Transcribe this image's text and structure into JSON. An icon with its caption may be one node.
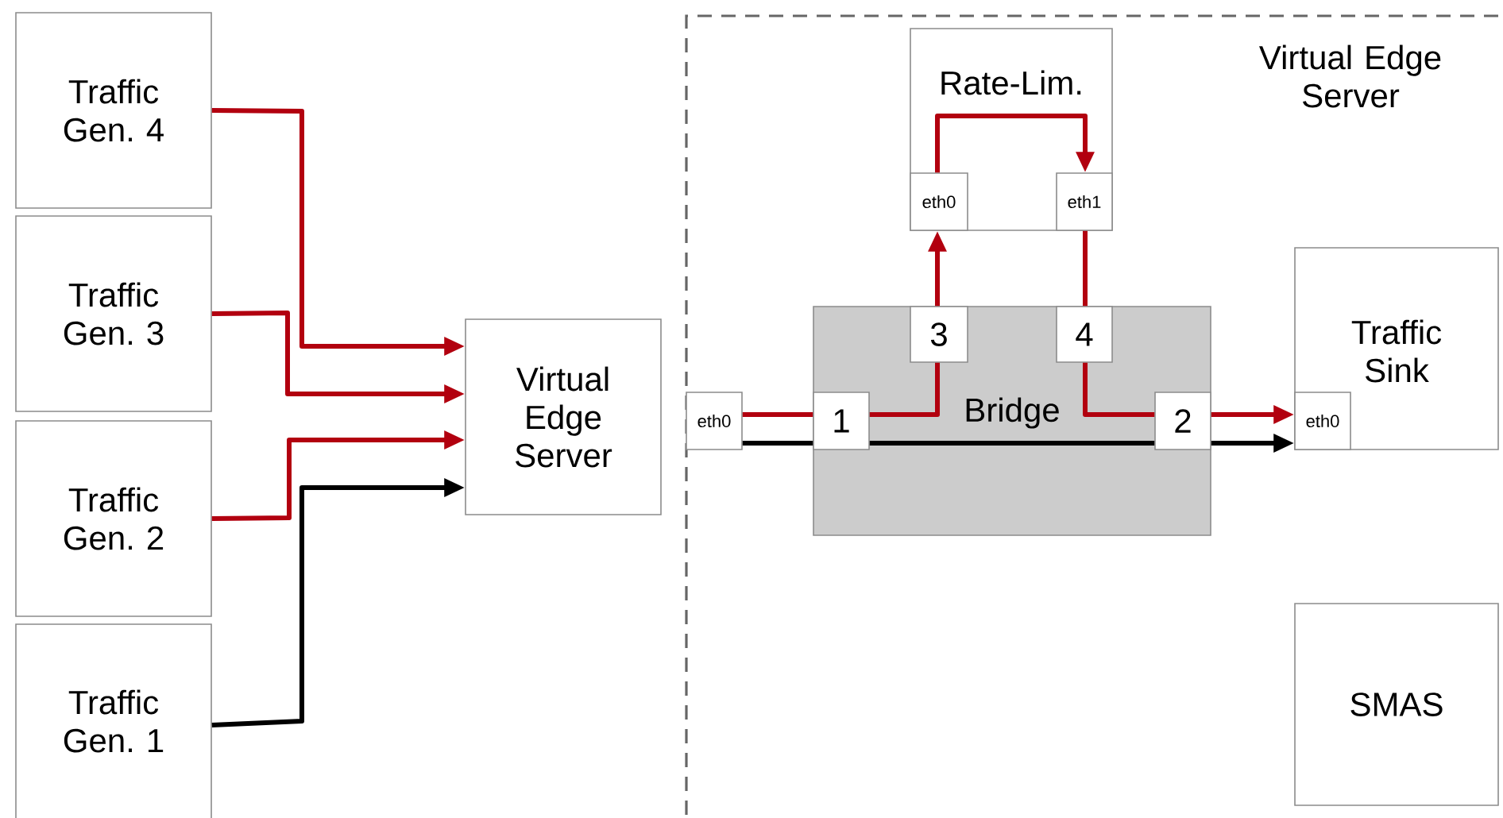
{
  "diagram": {
    "nodes": [
      {
        "text": [
          "Traffic Gen. 4"
        ]
      },
      {
        "text": [
          "Traffic Gen. 3"
        ]
      },
      {
        "text": [
          "Traffic Gen. 2"
        ]
      },
      {
        "text": [
          "Traffic Gen. 1"
        ]
      },
      {
        "text": [
          "Virtual Edge Server"
        ]
      },
      {
        "text": [
          "Virtual Edge Server"
        ]
      },
      {
        "text": [
          "Rate-Lim."
        ],
        "in": 5
      },
      {
        "text": [
          "eth0"
        ],
        "in": 6
      },
      {
        "text": [
          "eth1"
        ],
        "in": 6
      },
      {
        "text": [
          "Bridge"
        ],
        "in": 5
      },
      {
        "text": [
          "3"
        ],
        "in": 9
      },
      {
        "text": [
          "4"
        ],
        "in": 9
      },
      {
        "text": [
          "1"
        ],
        "in": 9
      },
      {
        "text": [
          "2"
        ],
        "in": 9
      },
      {
        "text": [
          "eth0"
        ],
        "in": 5
      },
      {
        "text": [
          "Traffic Sink"
        ],
        "in": 5
      },
      {
        "text": [
          "eth0"
        ],
        "in": 15
      },
      {
        "text": [
          "SMAS"
        ],
        "in": 5
      }
    ],
    "edges": [
      {
        "from": 0,
        "to": 4,
        "arrow": "to"
      },
      {
        "from": 1,
        "to": 4,
        "arrow": "to"
      },
      {
        "from": 2,
        "to": 4,
        "arrow": "to"
      },
      {
        "from": 3,
        "to": 4,
        "arrow": "to",
        "color": "#000000"
      },
      {
        "from": 14,
        "to": 12,
        "arrow": "none"
      },
      {
        "from": 12,
        "to": 10,
        "arrow": "none"
      },
      {
        "from": 10,
        "to": 7,
        "arrow": "to"
      },
      {
        "from": 7,
        "to": 8,
        "arrow": "to"
      },
      {
        "from": 8,
        "to": 11,
        "arrow": "none"
      },
      {
        "from": 11,
        "to": 13,
        "arrow": "none"
      },
      {
        "from": 13,
        "to": 16,
        "arrow": "to"
      },
      {
        "from": 14,
        "to": 12,
        "arrow": "none",
        "color": "#000000"
      },
      {
        "from": 12,
        "to": 13,
        "arrow": "none",
        "color": "#000000"
      },
      {
        "from": 13,
        "to": 16,
        "arrow": "to",
        "color": "#000000"
      }
    ]
  }
}
